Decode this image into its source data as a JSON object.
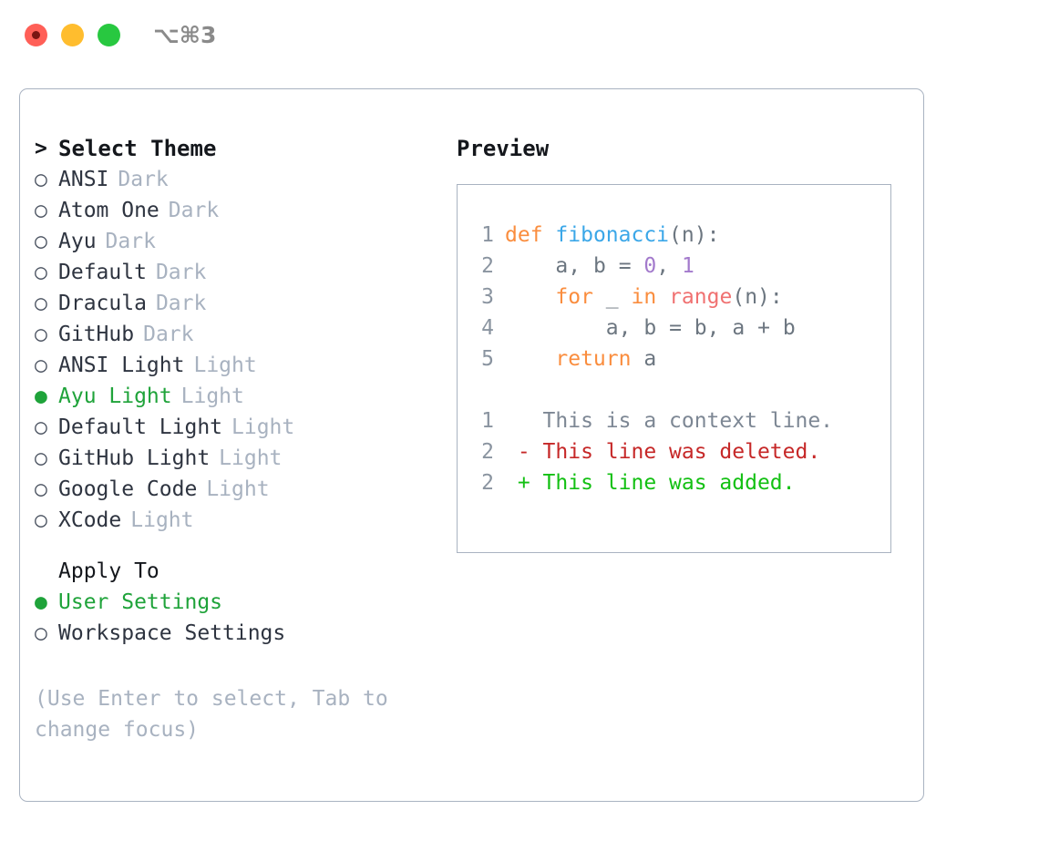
{
  "titlebar": {
    "shortcut": "⌥⌘3",
    "buttons": [
      {
        "name": "close",
        "color": "#FF5F57"
      },
      {
        "name": "minimize",
        "color": "#FFBD2E"
      },
      {
        "name": "maximize",
        "color": "#28C840"
      }
    ]
  },
  "left": {
    "heading": "Select Theme",
    "heading_marker": ">",
    "themes": [
      {
        "marker": "○",
        "name": "ANSI",
        "badge": "Dark",
        "selected": false
      },
      {
        "marker": "○",
        "name": "Atom One",
        "badge": "Dark",
        "selected": false
      },
      {
        "marker": "○",
        "name": "Ayu",
        "badge": "Dark",
        "selected": false
      },
      {
        "marker": "○",
        "name": "Default",
        "badge": "Dark",
        "selected": false
      },
      {
        "marker": "○",
        "name": "Dracula",
        "badge": "Dark",
        "selected": false
      },
      {
        "marker": "○",
        "name": "GitHub",
        "badge": "Dark",
        "selected": false
      },
      {
        "marker": "○",
        "name": "ANSI Light",
        "badge": "Light",
        "selected": false
      },
      {
        "marker": "●",
        "name": "Ayu Light",
        "badge": "Light",
        "selected": true
      },
      {
        "marker": "○",
        "name": "Default Light",
        "badge": "Light",
        "selected": false
      },
      {
        "marker": "○",
        "name": "GitHub Light",
        "badge": "Light",
        "selected": false
      },
      {
        "marker": "○",
        "name": "Google Code",
        "badge": "Light",
        "selected": false
      },
      {
        "marker": "○",
        "name": "XCode",
        "badge": "Light",
        "selected": false
      }
    ],
    "apply_to": {
      "heading": "Apply To",
      "options": [
        {
          "marker": "●",
          "name": "User Settings",
          "selected": true
        },
        {
          "marker": "○",
          "name": "Workspace Settings",
          "selected": false
        }
      ]
    },
    "hint": "(Use Enter to select, Tab to change focus)"
  },
  "right": {
    "title": "Preview",
    "code": {
      "lines": [
        {
          "no": "1",
          "text": "def fibonacci(n):"
        },
        {
          "no": "2",
          "text": "    a, b = 0, 1"
        },
        {
          "no": "3",
          "text": "    for _ in range(n):"
        },
        {
          "no": "4",
          "text": "        a, b = b, a + b"
        },
        {
          "no": "5",
          "text": "    return a"
        }
      ]
    },
    "diff": {
      "lines": [
        {
          "no": "1",
          "sign": " ",
          "text": "This is a context line.",
          "kind": "context"
        },
        {
          "no": "2",
          "sign": "-",
          "text": "This line was deleted.",
          "kind": "deleted"
        },
        {
          "no": "2",
          "sign": "+",
          "text": "This line was added.",
          "kind": "added"
        }
      ]
    }
  },
  "colors": {
    "accent_green": "#1FA33A",
    "badge_gray": "#A8B2C0",
    "border": "#A9B3C1",
    "keyword": "#FA8D3E",
    "function": "#3BA7E8",
    "builtin": "#F07171",
    "number": "#A37ACC",
    "plain": "#6C7680",
    "linenum": "#8A94A0",
    "diff_added": "#13C013",
    "diff_deleted": "#C62828",
    "diff_context": "#7D8794"
  }
}
